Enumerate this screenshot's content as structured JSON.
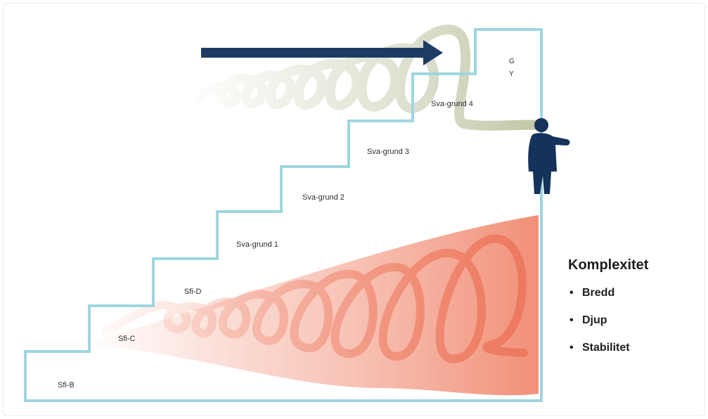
{
  "steps": [
    {
      "key": "sfi_b",
      "label": "Sfi-B"
    },
    {
      "key": "sfi_c",
      "label": "Sfi-C"
    },
    {
      "key": "sfi_d",
      "label": "Sfi-D"
    },
    {
      "key": "sva1",
      "label": "Sva-grund 1"
    },
    {
      "key": "sva2",
      "label": "Sva-grund 2"
    },
    {
      "key": "sva3",
      "label": "Sva-grund 3"
    },
    {
      "key": "sva4",
      "label": "Sva-grund 4"
    }
  ],
  "top_step": {
    "line1": "G",
    "line2": "Y"
  },
  "legend": {
    "title": "Komplexitet",
    "items": [
      "Bredd",
      "Djup",
      "Stabilitet"
    ],
    "bullet": "•"
  },
  "colors": {
    "stair_outline": "#9fd6e0",
    "arrow": "#1f3b63",
    "person": "#14325a",
    "upper_spiral": "#c9cdb1",
    "lower_spiral": "#ee7d63",
    "lower_fill": "#f4a08a"
  },
  "icons": {
    "arrow": "right-arrow-icon",
    "person": "person-icon"
  }
}
